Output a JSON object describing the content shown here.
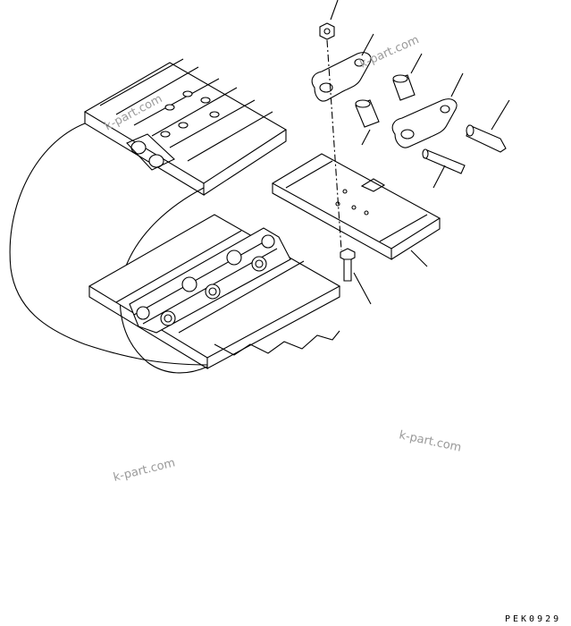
{
  "watermarks": [
    "k-part.com",
    "k-part.com",
    "k-part.com",
    "k-part.com"
  ],
  "diagram_code": "PEK0929"
}
